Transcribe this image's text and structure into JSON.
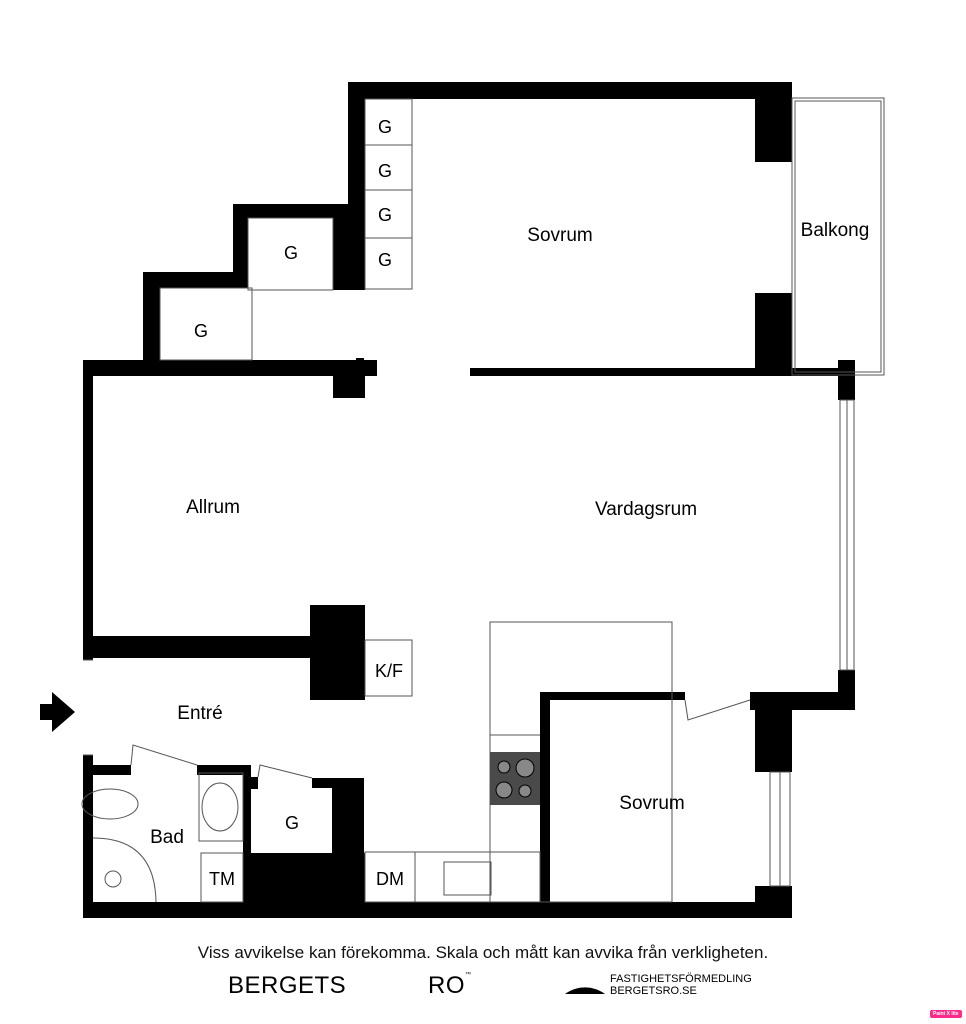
{
  "rooms": {
    "sovrum_large": "Sovrum",
    "balkong": "Balkong",
    "allrum": "Allrum",
    "vardagsrum": "Vardagsrum",
    "entre": "Entré",
    "bad": "Bad",
    "sovrum_small": "Sovrum"
  },
  "fixtures": {
    "closet": "G",
    "kf": "K/F",
    "tm": "TM",
    "dm": "DM"
  },
  "footer": {
    "disclaimer": "Viss avvikelse kan förekomma. Skala och mått kan avvika från verkligheten.",
    "logo_left": "BERGETS",
    "logo_right": "RO",
    "trademark": "™",
    "firm_line1": "FASTIGHETSFÖRMEDLING",
    "firm_line2": "BERGETSRO.SE"
  },
  "badge": "Paint X lite",
  "colors": {
    "wall": "#000000",
    "stove": "#4a4a4a",
    "badge": "#ff2a8a"
  }
}
